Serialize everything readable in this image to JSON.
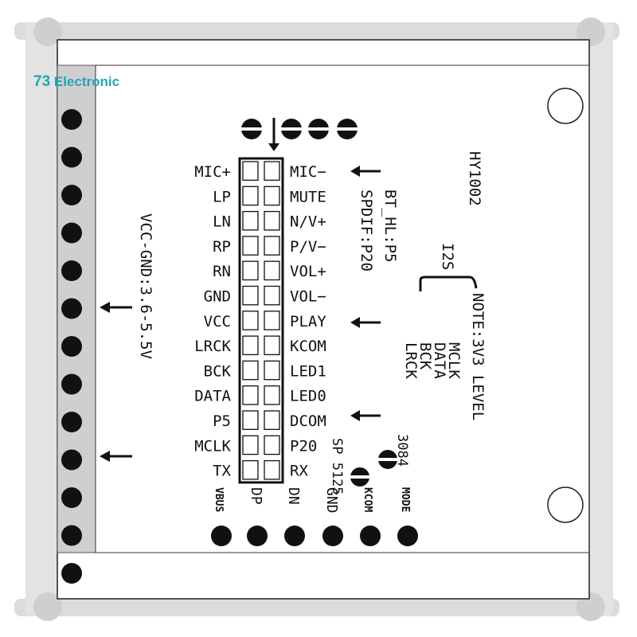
{
  "logo": {
    "number": "73",
    "text": "Electronic"
  },
  "board_name": "HY1002",
  "left_pins": [
    "MIC+",
    "LP",
    "LN",
    "RP",
    "RN",
    "GND",
    "VCC",
    "LRCK",
    "BCK",
    "DATA",
    "P5",
    "MCLK",
    "TX"
  ],
  "right_pins": [
    "MIC−",
    "MUTE",
    "N/V+",
    "P/V−",
    "VOL+",
    "VOL−",
    "PLAY",
    "KCOM",
    "LED1",
    "LED0",
    "DCOM",
    "P20",
    "RX"
  ],
  "vertical_notes": {
    "vcc_range": "VCC-GND:3.6-5.5V",
    "bt_hl": "BT_HL:P5",
    "spdif": "SPDIF:P20",
    "i2s": "I2S",
    "note_level": "NOTE:3V3 LEVEL",
    "mclk": "MCLK",
    "data": "DATA",
    "bck": "BCK",
    "lrck": "LRCK",
    "sp_5125": "SP 5125",
    "model_3084": "3084"
  },
  "bottom_pins": [
    "VBUS",
    "DP",
    "DN",
    "GND",
    "KCOM",
    "MODE"
  ],
  "colors": {
    "silkscreen": "#111111",
    "board": "#ffffff",
    "frame": "#d6d6d6",
    "logo": "#1fa6b3"
  }
}
